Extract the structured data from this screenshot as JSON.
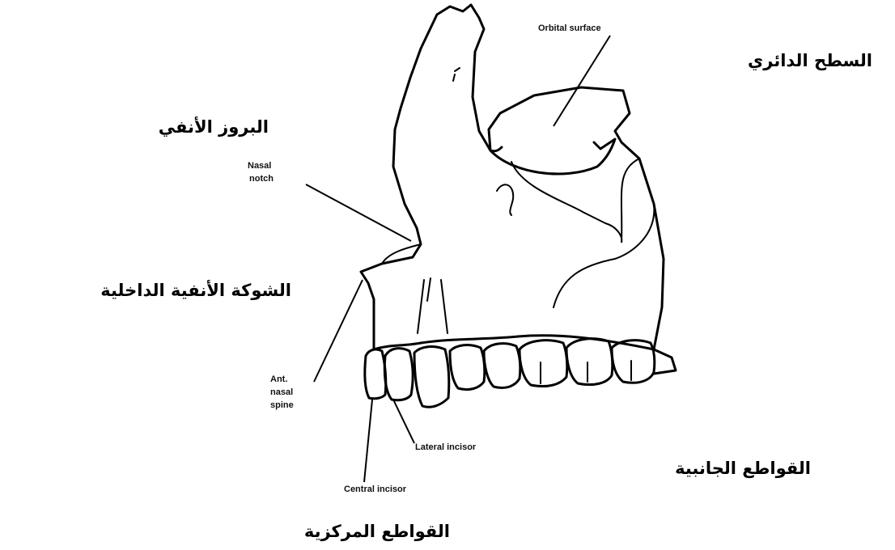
{
  "labels_en": {
    "orbital_surface": "Orbital surface",
    "nasal_notch_line1": "Nasal",
    "nasal_notch_line2": "notch",
    "ant_nasal_spine_line1": "Ant.",
    "ant_nasal_spine_line2": "nasal",
    "ant_nasal_spine_line3": "spine",
    "lateral_incisor": "Lateral incisor",
    "central_incisor": "Central incisor"
  },
  "labels_ar": {
    "orbital_surface": "السطح الدائري",
    "nasal_process": "البروز الأنفي",
    "anterior_nasal_spine": "الشوكة الأنفية الداخلية",
    "lateral_incisors": "القواطع الجانبية",
    "central_incisors": "القواطع المركزية"
  }
}
